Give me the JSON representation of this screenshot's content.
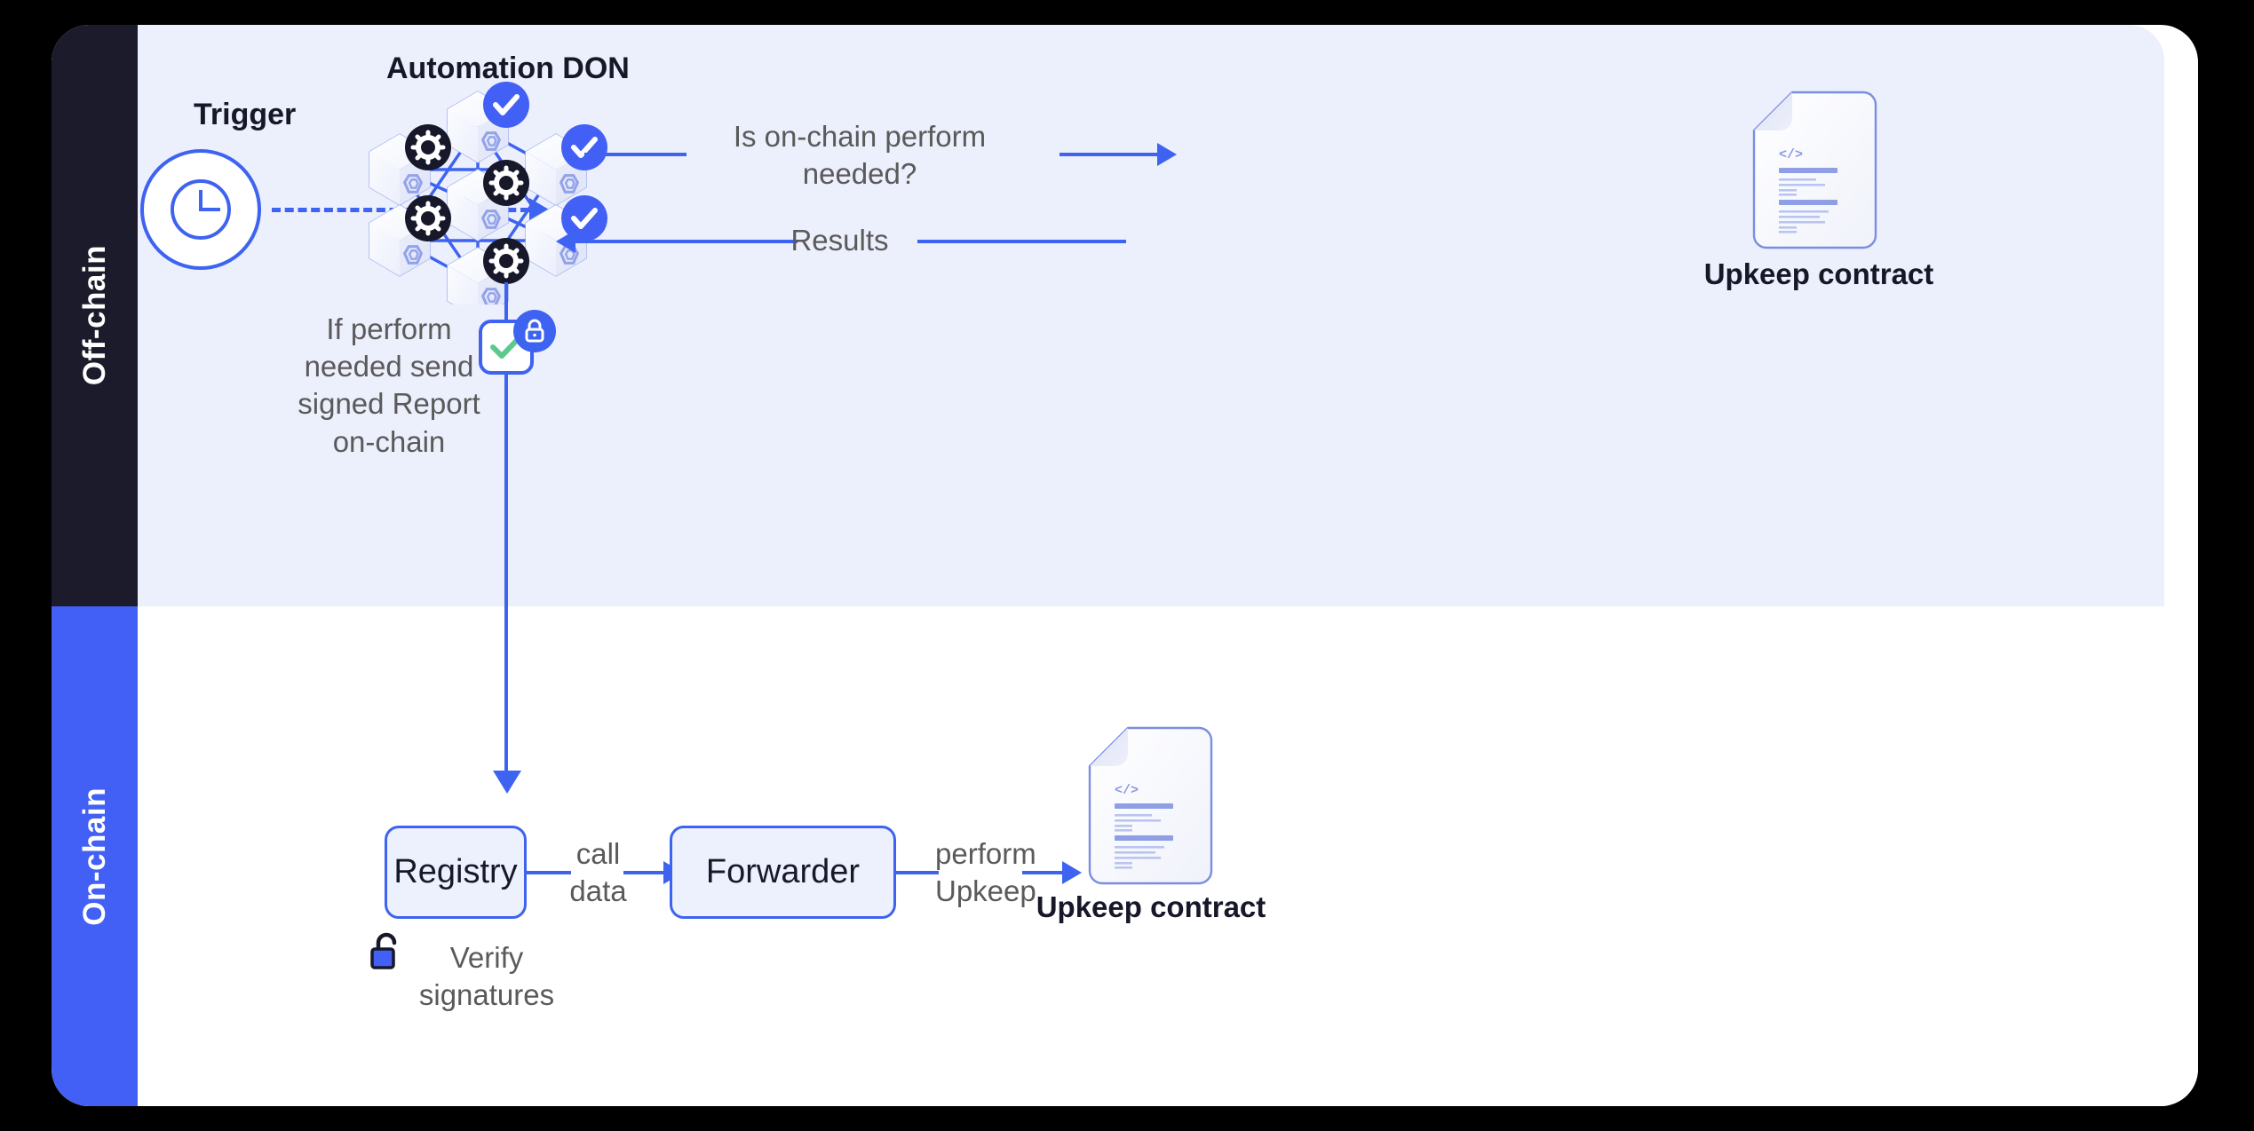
{
  "diagram": {
    "title": "Chainlink Automation architecture",
    "rails": [
      {
        "key": "offchain",
        "label": "Off-chain",
        "color": "#1b1b2b"
      },
      {
        "key": "onchain",
        "label": "On-chain",
        "color": "#4260f5"
      }
    ],
    "colors": {
      "accent_blue": "#3d63f0",
      "rail_blue": "#4260f5",
      "panel_lavender": "#eceffc",
      "box_fill": "#edf0fd",
      "dark": "#1b1b2b",
      "text_gray": "#5a5a5a",
      "check_green": "#5ec98f",
      "node_badge_dark": "#17182a"
    },
    "offchain": {
      "trigger_label": "Trigger",
      "trigger_icon": "clock-icon",
      "don_title": "Automation DON",
      "don_nodes": [
        {
          "id": "n-top",
          "badge": "check"
        },
        {
          "id": "n-upper-left",
          "badge": "gear"
        },
        {
          "id": "n-upper-right",
          "badge": "check"
        },
        {
          "id": "n-center",
          "badge": "gear"
        },
        {
          "id": "n-lower-left",
          "badge": "gear"
        },
        {
          "id": "n-lower-right",
          "badge": "check"
        },
        {
          "id": "n-bottom",
          "badge": "gear"
        }
      ],
      "query_label": "Is on-chain perform\nneeded?",
      "results_label": "Results",
      "upkeep_contract_label": "Upkeep contract",
      "upkeep_contract_icon": "code-document-icon"
    },
    "bridge": {
      "report_label": "If perform\nneeded send\nsigned Report\non-chain",
      "report_icon": "check-icon",
      "report_badge_icon": "lock-icon"
    },
    "onchain": {
      "registry_label": "Registry",
      "forwarder_label": "Forwarder",
      "call_data_label": "call\ndata",
      "perform_upkeep_label": "perform\nUpkeep",
      "verify_signatures_label": "Verify\nsignatures",
      "verify_icon": "unlock-icon",
      "upkeep_contract_label": "Upkeep contract",
      "upkeep_contract_icon": "code-document-icon"
    }
  }
}
